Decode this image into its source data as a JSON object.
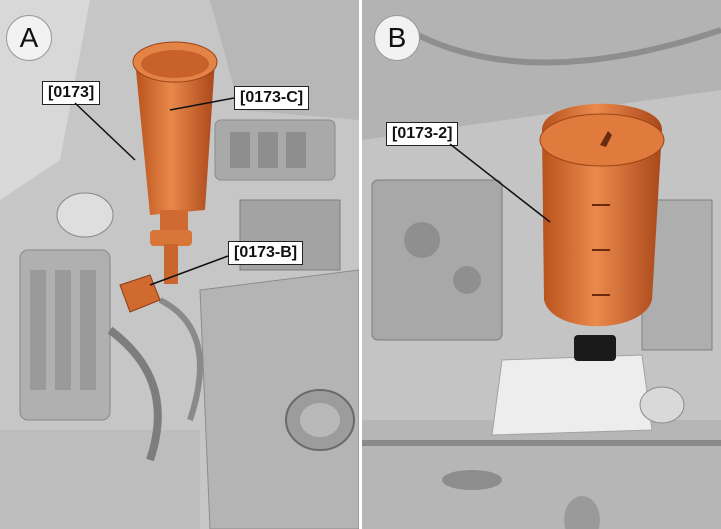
{
  "panels": [
    {
      "letter": "A",
      "callouts": [
        "[0173]",
        "[0173-C]",
        "[0173-B]"
      ]
    },
    {
      "letter": "B",
      "callouts": [
        "[0173-2]"
      ]
    }
  ],
  "colors": {
    "tool_orange": "#d9702e",
    "engine_gray": "#bdbdbd",
    "cap_black": "#1a1a1a",
    "reservoir_white": "#ececec"
  }
}
